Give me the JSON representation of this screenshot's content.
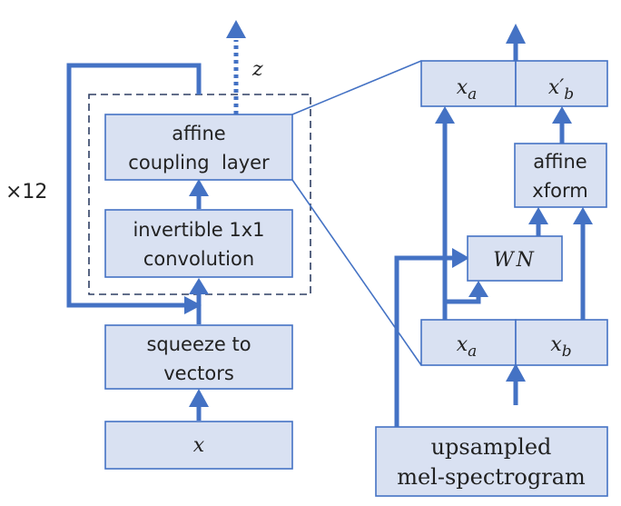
{
  "left_stack": {
    "affine_coupling": [
      "affine",
      "coupling  layer"
    ],
    "invertible_conv": [
      "invertible 1x1",
      "convolution"
    ],
    "squeeze": [
      "squeeze to",
      "vectors"
    ],
    "input": "x",
    "output": "z",
    "repeat": "×12"
  },
  "right_detail": {
    "top_left": "x",
    "top_left_sub": "a",
    "top_right": "x′",
    "top_right_sub": "b",
    "affine_xform": [
      "affine",
      "xform"
    ],
    "wn": "WN",
    "bottom_left": "x",
    "bottom_left_sub": "a",
    "bottom_right": "x",
    "bottom_right_sub": "b",
    "mel": [
      "upsampled",
      "mel-spectrogram"
    ]
  },
  "colors": {
    "box_fill": "#d9e1f2",
    "accent": "#4472c4"
  }
}
